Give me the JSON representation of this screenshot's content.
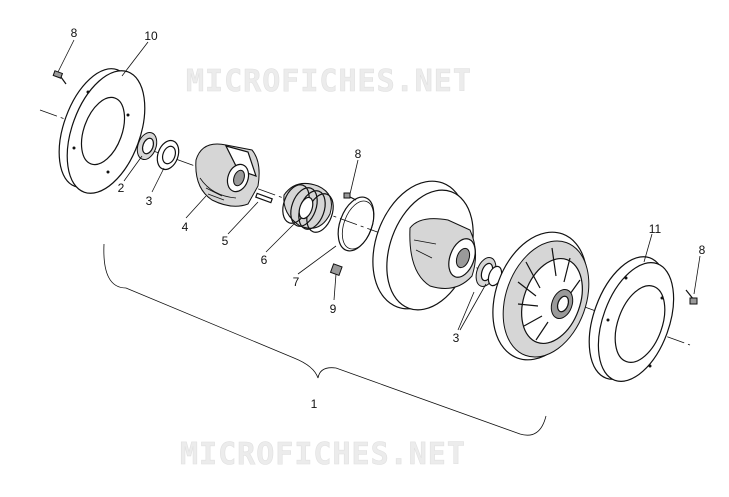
{
  "watermark": {
    "top": "MICROFICHES.NET",
    "bottom": "MICROFICHES.NET"
  },
  "callouts": {
    "part_1": "1",
    "part_2": "2",
    "part_3_left": "3",
    "part_3_right": "3",
    "part_4": "4",
    "part_5": "5",
    "part_6": "6",
    "part_7": "7",
    "part_8_left": "8",
    "part_8_middle": "8",
    "part_8_right": "8",
    "part_9": "9",
    "part_10": "10",
    "part_11": "11"
  }
}
